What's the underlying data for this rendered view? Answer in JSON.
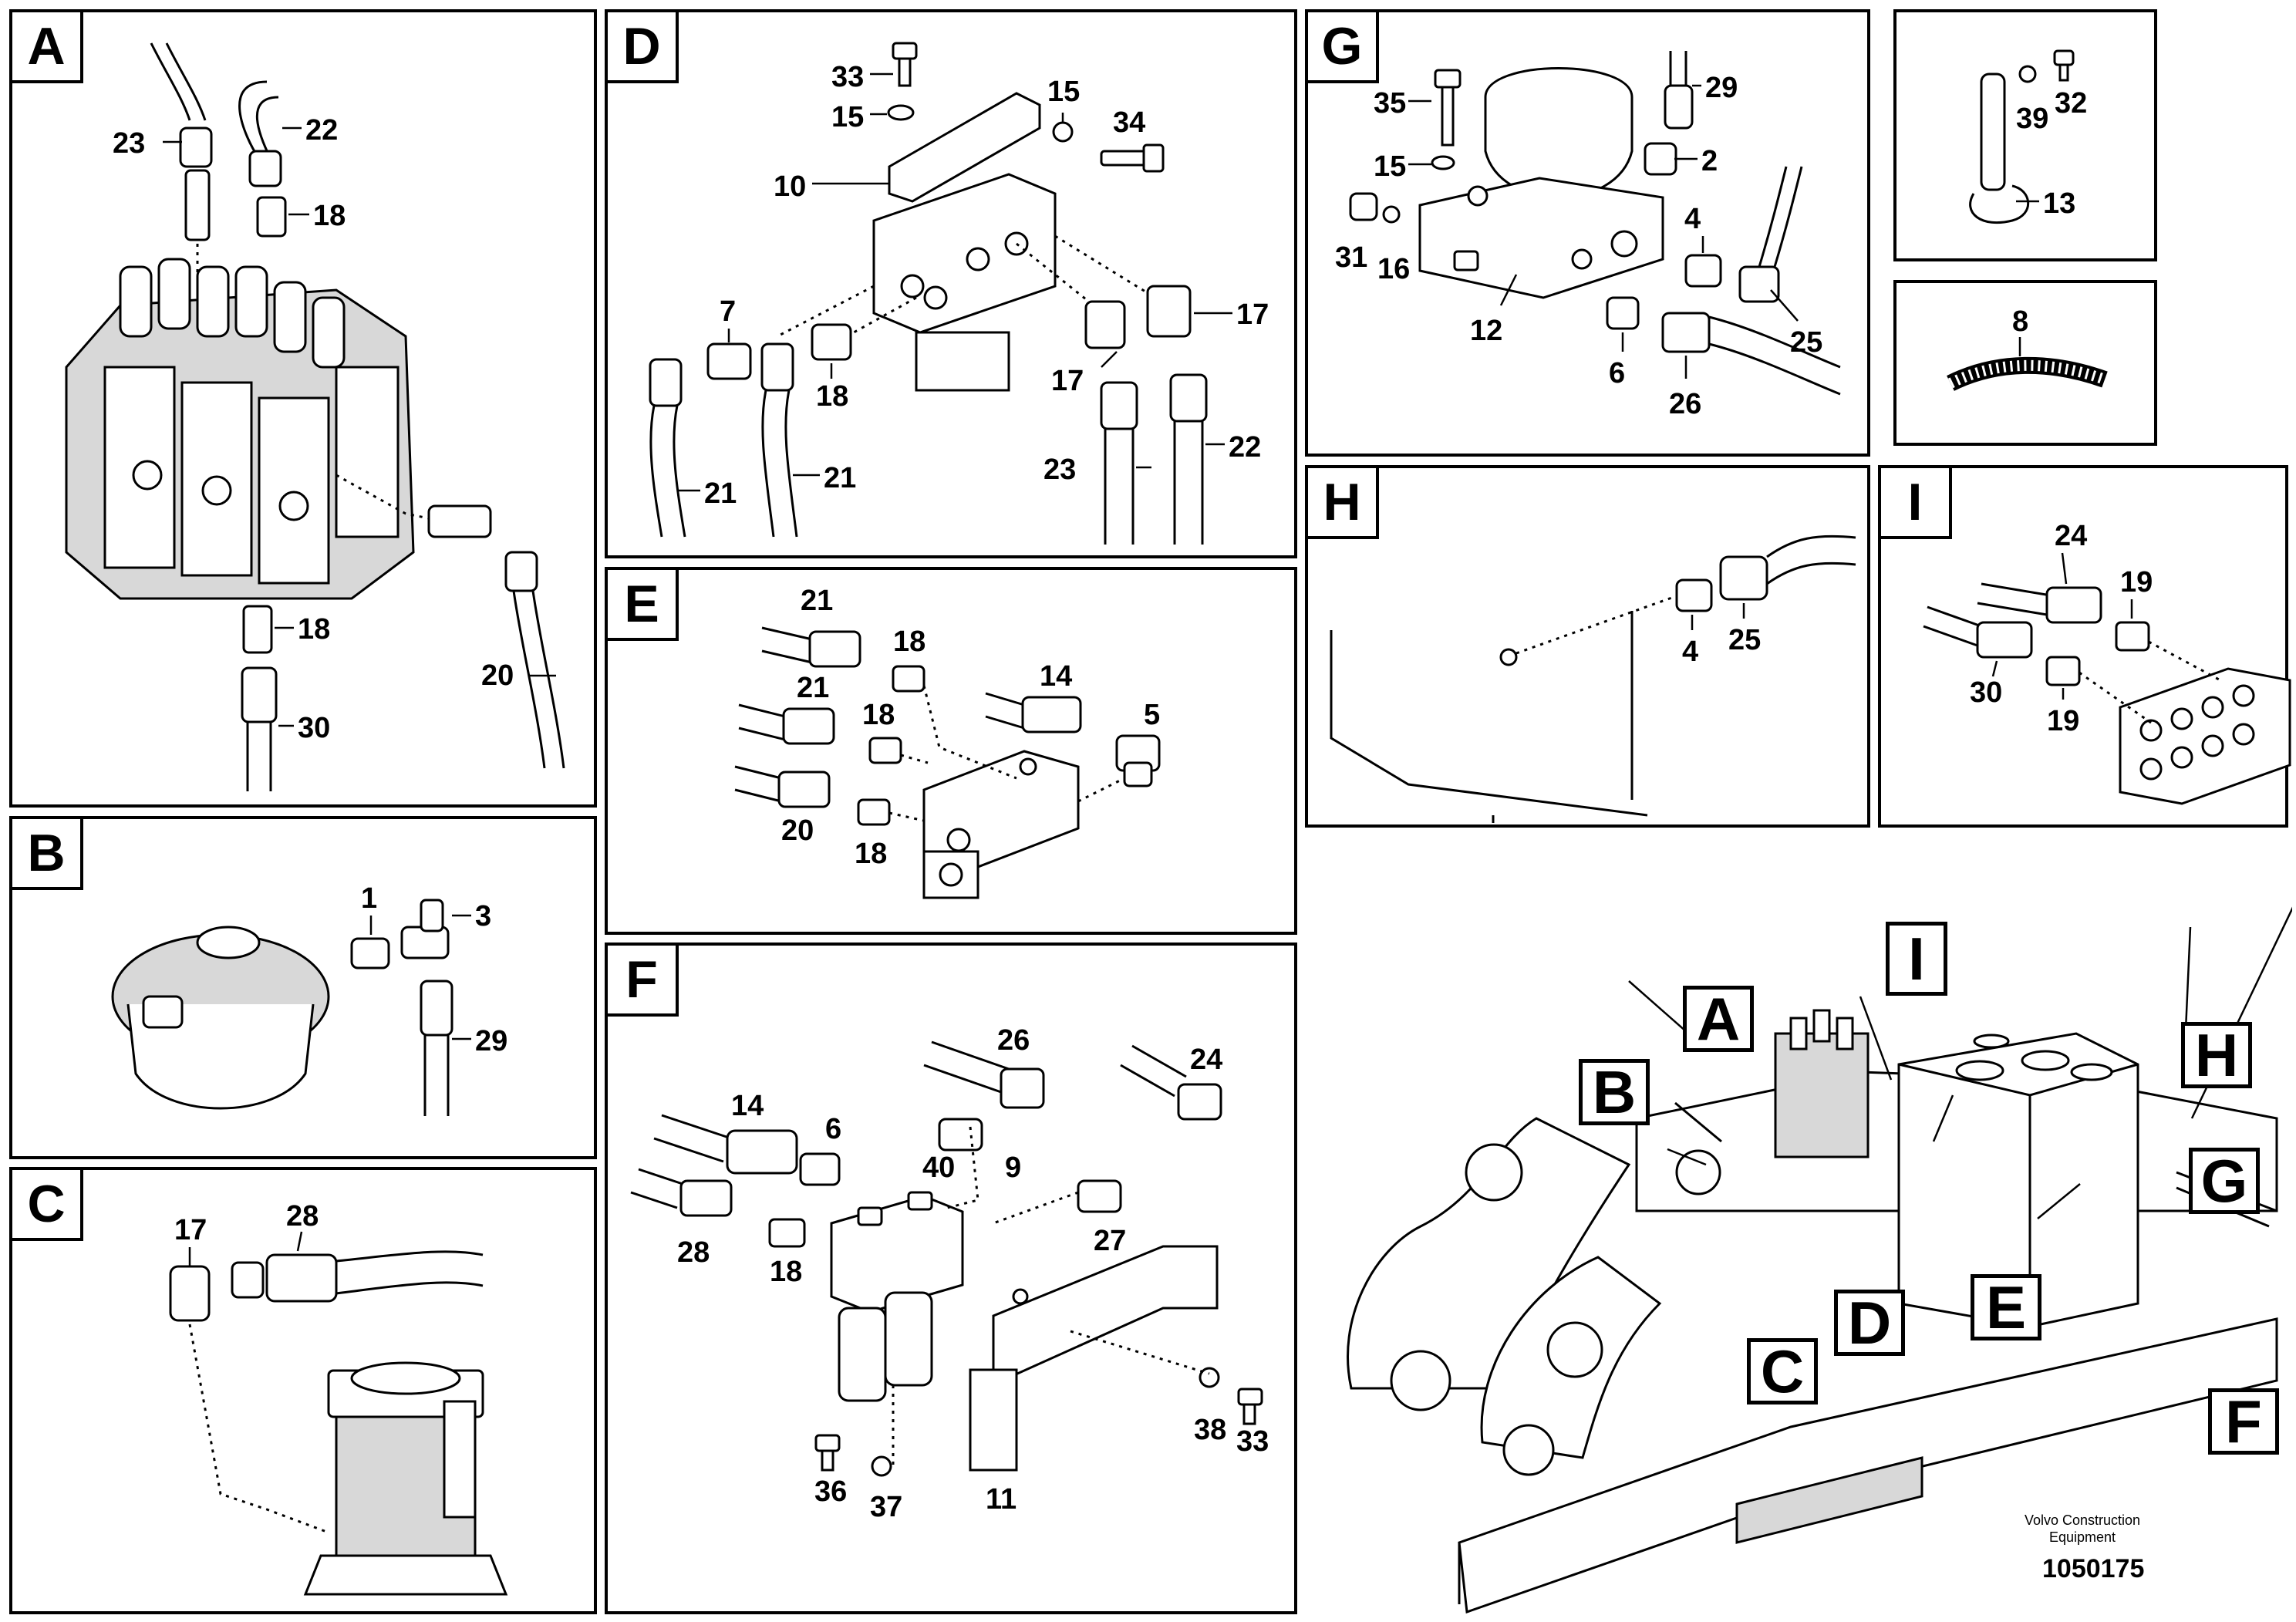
{
  "panels": {
    "A": {
      "letter": "A",
      "labels": [
        "23",
        "22",
        "18",
        "18",
        "20",
        "30"
      ]
    },
    "B": {
      "letter": "B",
      "labels": [
        "1",
        "3",
        "29"
      ]
    },
    "C": {
      "letter": "C",
      "labels": [
        "17",
        "28"
      ]
    },
    "D": {
      "letter": "D",
      "labels": [
        "33",
        "15",
        "15",
        "34",
        "10",
        "7",
        "18",
        "17",
        "17",
        "21",
        "21",
        "23",
        "22"
      ]
    },
    "E": {
      "letter": "E",
      "labels": [
        "21",
        "18",
        "21",
        "18",
        "14",
        "5",
        "20",
        "18"
      ]
    },
    "F": {
      "letter": "F",
      "labels": [
        "26",
        "24",
        "14",
        "6",
        "40",
        "9",
        "28",
        "18",
        "27",
        "11",
        "38",
        "33",
        "36",
        "37"
      ]
    },
    "G": {
      "letter": "G",
      "labels": [
        "35",
        "29",
        "15",
        "2",
        "31",
        "16",
        "4",
        "12",
        "6",
        "25",
        "26"
      ]
    },
    "H": {
      "letter": "H",
      "labels": [
        "4",
        "25"
      ]
    },
    "I": {
      "letter": "I",
      "labels": [
        "24",
        "19",
        "30",
        "19"
      ]
    },
    "J": {
      "labels": [
        "39",
        "32",
        "13"
      ]
    },
    "K": {
      "labels": [
        "8"
      ]
    }
  },
  "overview": {
    "callouts": {
      "A": "A",
      "B": "B",
      "C": "C",
      "D": "D",
      "E": "E",
      "F": "F",
      "G": "G",
      "H": "H",
      "I": "I"
    }
  },
  "footer": {
    "caption_line1": "Volvo Construction",
    "caption_line2": "Equipment",
    "drawing_number": "1050175"
  }
}
